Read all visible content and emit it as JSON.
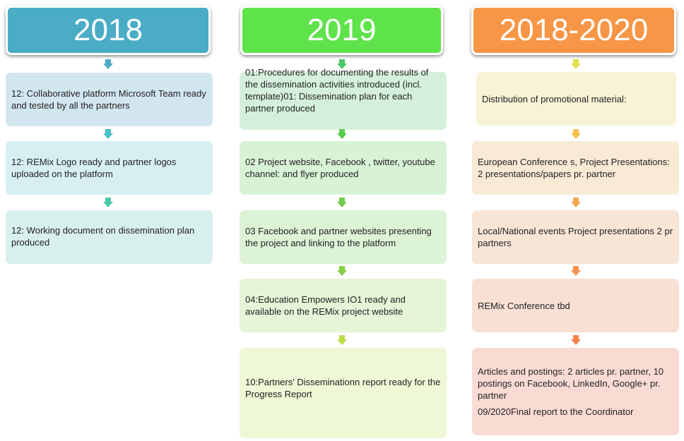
{
  "columns": [
    {
      "title": "2018",
      "colors": {
        "header": "#4bacc6",
        "arrow": "#4bacc6"
      },
      "items": [
        {
          "text": "12: Collaborative platform Microsoft Team ready  and tested by all the partners"
        },
        {
          "text": "12: REMix  Logo ready and partner logos uploaded on the platform"
        },
        {
          "text": "12: Working document on dissemination plan produced"
        }
      ]
    },
    {
      "title": "2019",
      "colors": {
        "header": "#5fe34a",
        "arrow": "#4cc66b"
      },
      "items": [
        {
          "text": "01:Procedures for documenting the results of the dissemination activities introduced (incl. template)01: Dissemination plan for each partner produced"
        },
        {
          "text": "02 Project website, Facebook , twitter, youtube channel: and flyer  produced"
        },
        {
          "text": "03 Facebook and partner websites presenting  the project and linking to the platform"
        },
        {
          "text": "04:Education Empowers IO1 ready and available on the  REMix project website"
        },
        {
          "text": "10:Partners' Disseminationn  report ready for the Progress Report"
        }
      ]
    },
    {
      "title": "2018-2020",
      "colors": {
        "header": "#f79646",
        "arrow": "#f6b04a"
      },
      "items": [
        {
          "text": "Distribution of promotional material:"
        },
        {
          "text": "European Conference s, Project Presentations: 2 presentations/papers pr. partner"
        },
        {
          "text": "Local/National events  Project presentations 2 pr partners"
        },
        {
          "text": "REMix Conference tbd"
        },
        {
          "text": "Articles and postings: 2 articles pr. partner, 10 postings on Facebook, LinkedIn, Google+ pr. partner"
        },
        {
          "text": "09/2020Final report to the Coordinator"
        }
      ]
    }
  ]
}
